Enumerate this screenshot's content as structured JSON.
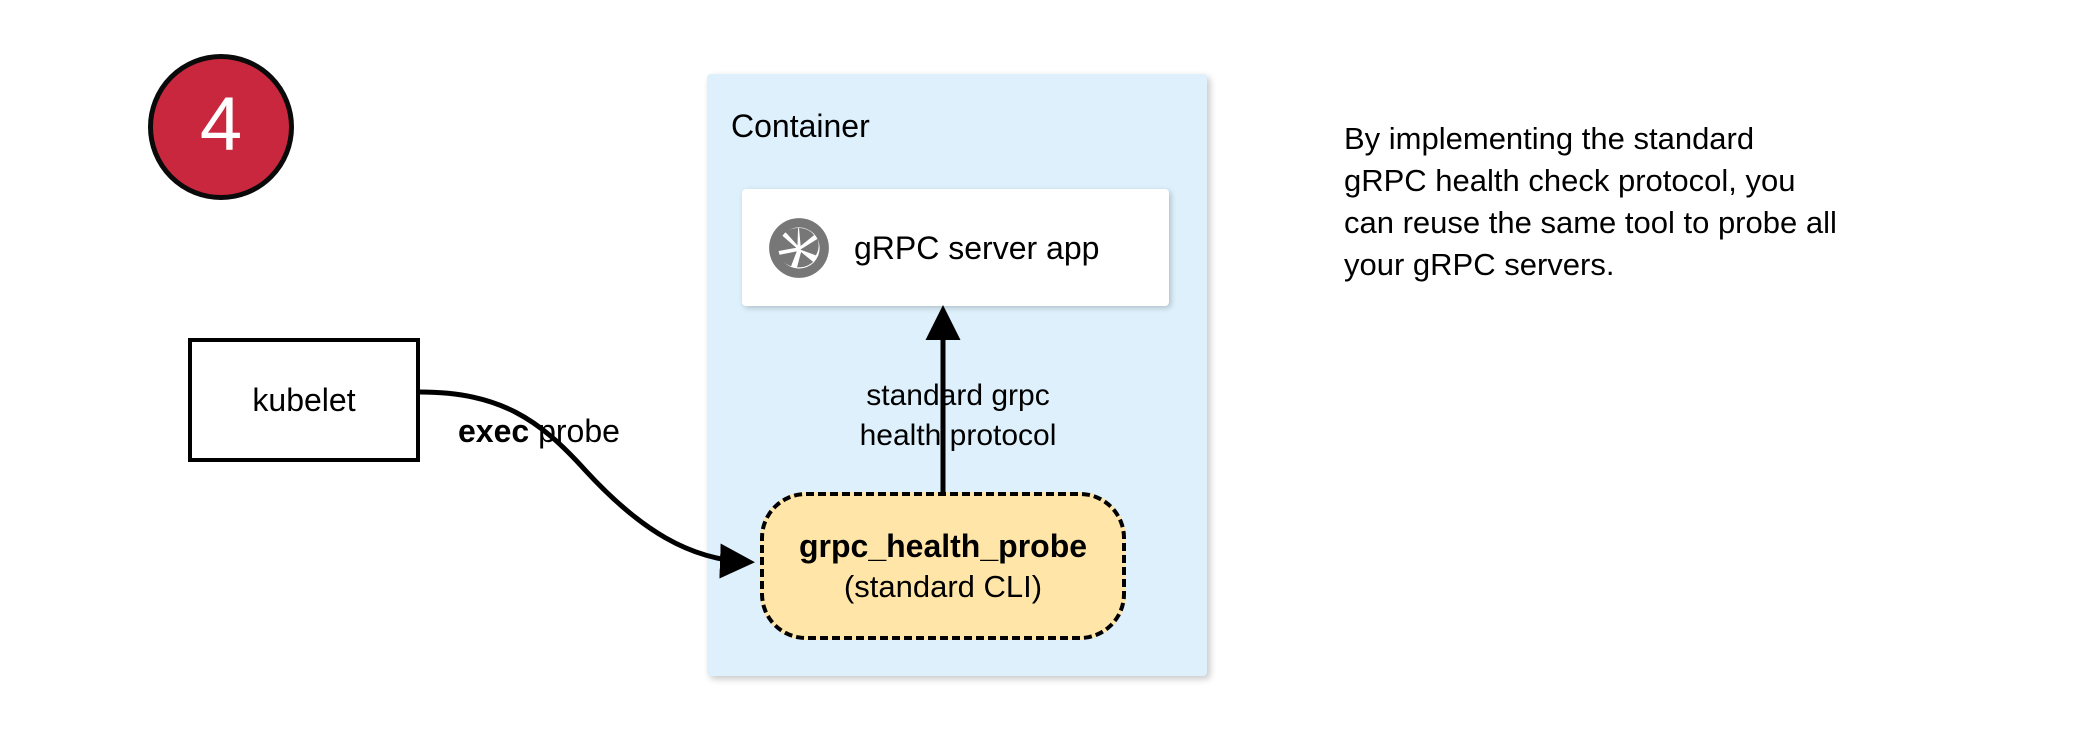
{
  "step": {
    "number": "4"
  },
  "kubelet": {
    "label": "kubelet"
  },
  "edges": {
    "exec_probe": {
      "strong": "exec",
      "rest": " probe"
    },
    "protocol": {
      "line1": "standard grpc",
      "line2": "health protocol"
    }
  },
  "container": {
    "title": "Container",
    "server": {
      "icon": "aperture-icon",
      "label": "gRPC server app"
    },
    "probe": {
      "line1": "grpc_health_probe",
      "line2": "(standard CLI)"
    }
  },
  "note": {
    "line1": "By implementing the standard",
    "line2": "gRPC health check protocol, you",
    "line3": "can reuse the same tool to probe all",
    "line4": "your gRPC servers."
  },
  "colors": {
    "badge_fill": "#C9273E",
    "badge_text": "#FFFFFF",
    "container_fill": "#DDF0FB",
    "probe_fill": "#FFE6A8",
    "icon_gray": "#777777",
    "stroke": "#000000",
    "card_fill": "#FFFFFF"
  }
}
